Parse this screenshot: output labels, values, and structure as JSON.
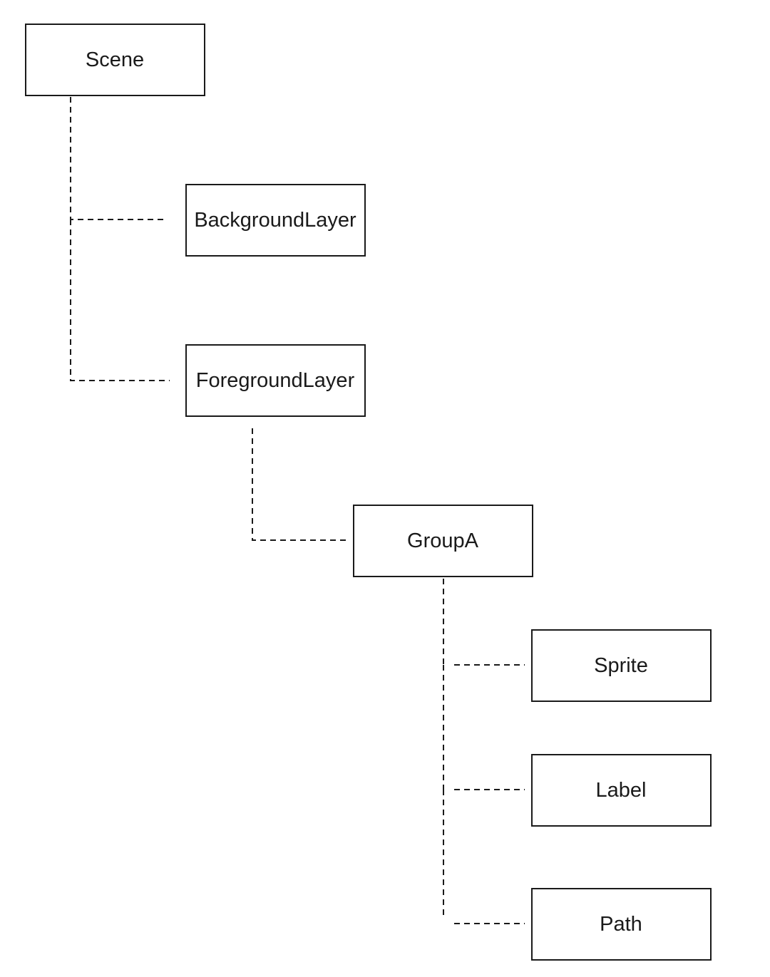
{
  "nodes": {
    "scene": "Scene",
    "background_layer": "BackgroundLayer",
    "foreground_layer": "ForegroundLayer",
    "group_a": "GroupA",
    "sprite": "Sprite",
    "label": "Label",
    "path": "Path"
  },
  "edges": [
    {
      "from": "scene",
      "to": "background_layer"
    },
    {
      "from": "scene",
      "to": "foreground_layer"
    },
    {
      "from": "foreground_layer",
      "to": "group_a"
    },
    {
      "from": "group_a",
      "to": "sprite"
    },
    {
      "from": "group_a",
      "to": "label"
    },
    {
      "from": "group_a",
      "to": "path"
    }
  ],
  "style": {
    "line_color": "#1a1a1a",
    "line_style": "dashed",
    "box_fill": "#ffffff"
  }
}
